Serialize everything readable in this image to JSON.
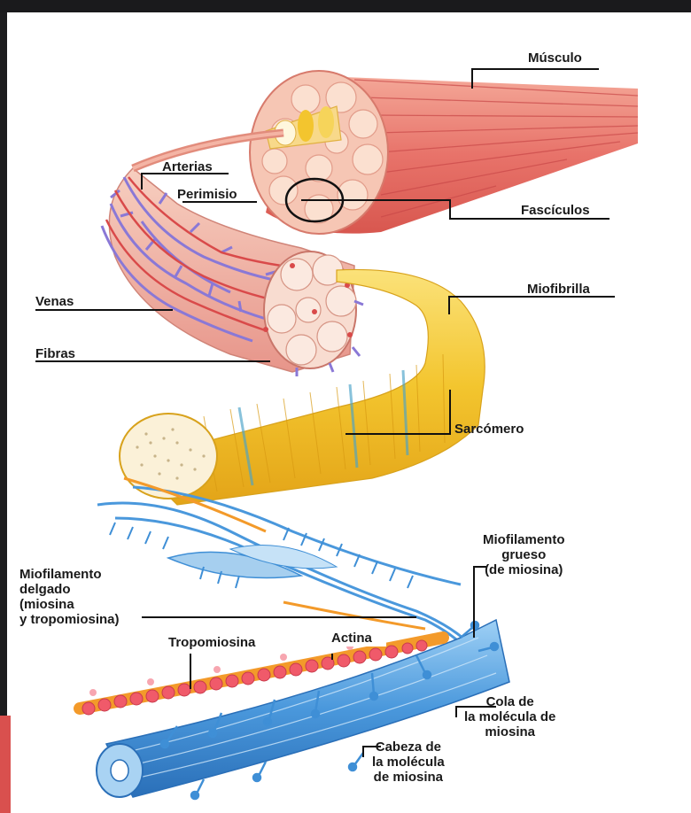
{
  "labels": {
    "musculo": "Músculo",
    "arterias": "Arterias",
    "perimisio": "Perimisio",
    "fasciculos": "Fascículos",
    "venas": "Venas",
    "fibras": "Fibras",
    "miofibrilla": "Miofibrilla",
    "sarcomero": "Sarcómero",
    "miofilamento_grueso": "Miofilamento\ngrueso\n(de miosina)",
    "miofilamento_delgado": "Miofilamento\ndelgado\n(miosina\ny tropomiosina)",
    "tropomiosina": "Tropomiosina",
    "actina": "Actina",
    "cola_molecula": "Cola de\nla molécula de\nmiosina",
    "cabeza_molecula": "Cabeza de\nla molécula\nde miosina"
  },
  "colors": {
    "muscle": "#e8736a",
    "muscle_light": "#f6b6a4",
    "tendon": "#f5e7c4",
    "vein": "#8a78d6",
    "artery": "#d94a4a",
    "myofibril": "#f3c52e",
    "filament": "#3f8fd6",
    "actin": "#f05a6a",
    "tropomyosin": "#f39a2a"
  }
}
